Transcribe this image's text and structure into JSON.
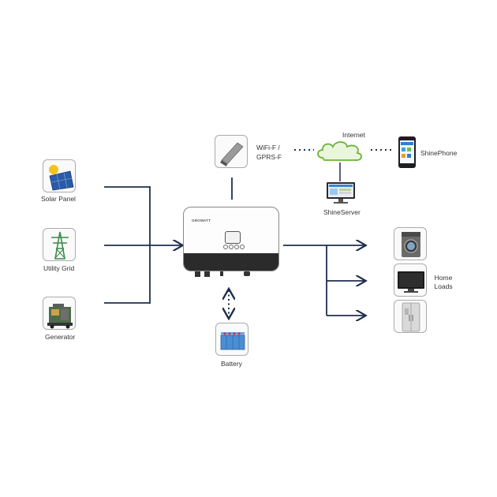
{
  "sources": {
    "solar_panel": "Solar Panel",
    "utility_grid": "Utility Grid",
    "generator": "Generator"
  },
  "comms": {
    "wifi_line1": "WiFi-F /",
    "wifi_line2": "GPRS-F",
    "internet": "Internet",
    "shine_phone": "ShinePhone",
    "shine_server": "ShineServer"
  },
  "storage": {
    "battery": "Battery"
  },
  "loads": {
    "home_loads_line1": "Home",
    "home_loads_line2": "Loads"
  },
  "inverter": {
    "brand": "GROWATT"
  },
  "colors": {
    "line": "#1f2e4d",
    "box_border": "#a9abad",
    "cloud": "#7cc242",
    "solar_blue": "#2b5aa8",
    "battery_blue": "#4a8ed6"
  }
}
